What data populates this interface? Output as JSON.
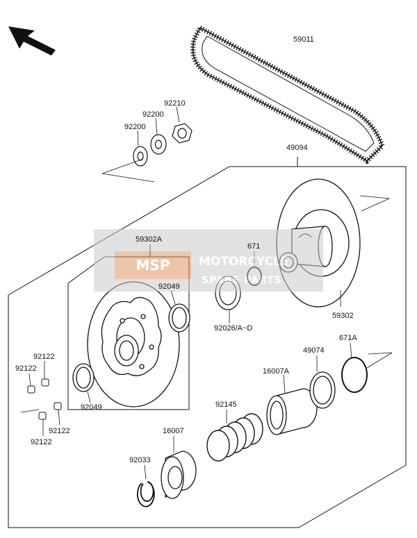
{
  "labels": {
    "p59011": "59011",
    "p92210": "92210",
    "p92200a": "92200",
    "p92200b": "92200",
    "p49094": "49094",
    "p59302A": "59302A",
    "p671": "671",
    "p92049a": "92049",
    "p92026": "92026/A~D",
    "p59302": "59302",
    "p92122a": "92122",
    "p92122b": "92122",
    "p92122c": "92122",
    "p92122d": "92122",
    "p92049b": "92049",
    "p16007A": "16007A",
    "p49074": "49074",
    "p671A": "671A",
    "p92145": "92145",
    "p16007": "16007",
    "p92033": "92033"
  },
  "watermark": {
    "logo_text": "MSP",
    "brand_line1": "MOTORCYCLE",
    "brand_line2": "SPARE PARTS",
    "logo_color": "#e8823a"
  },
  "colors": {
    "line": "#111111",
    "watermark_gray": "#cccccc"
  },
  "icons": {
    "direction": "front-direction-arrow-icon"
  }
}
